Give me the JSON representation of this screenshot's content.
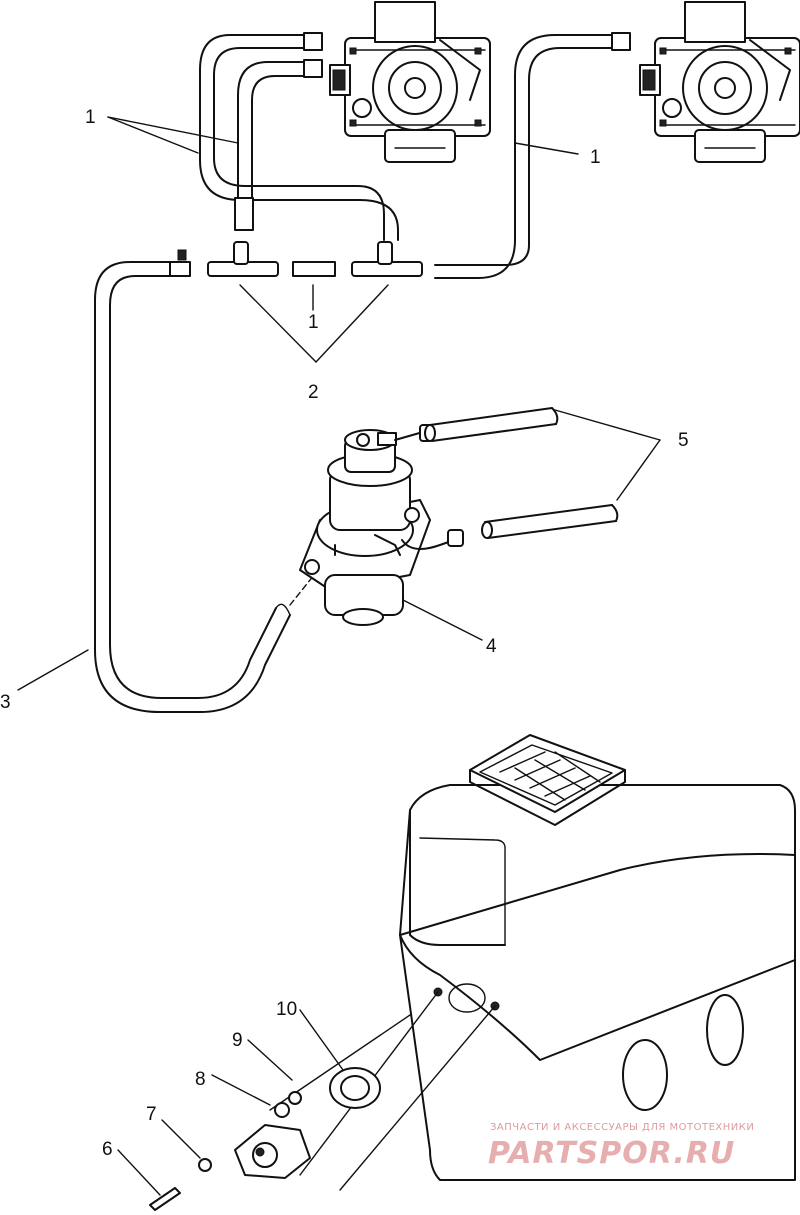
{
  "callouts": {
    "c1a": "1",
    "c1b": "1",
    "c1c": "1",
    "c2": "2",
    "c3": "3",
    "c4": "4",
    "c5": "5",
    "c6": "6",
    "c7": "7",
    "c8": "8",
    "c9": "9",
    "c10": "10"
  },
  "watermark": {
    "tagline": "ЗАПЧАСТИ И АКСЕССУАРЫ ДЛЯ МОТОТЕХНИКИ",
    "brand": "PARTSPOR.RU",
    "color": "#e2a0a0"
  }
}
